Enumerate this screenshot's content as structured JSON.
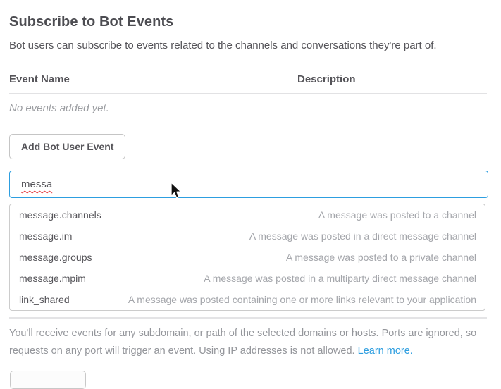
{
  "page": {
    "title": "Subscribe to Bot Events",
    "intro": "Bot users can subscribe to events related to the channels and conversations they're part of."
  },
  "events_table": {
    "columns": [
      "Event Name",
      "Description"
    ],
    "empty_message": "No events added yet."
  },
  "actions": {
    "add_button_label": "Add Bot User Event"
  },
  "search": {
    "value": "messa"
  },
  "suggestions": [
    {
      "name": "message.channels",
      "description": "A message was posted to a channel"
    },
    {
      "name": "message.im",
      "description": "A message was posted in a direct message channel"
    },
    {
      "name": "message.groups",
      "description": "A message was posted to a private channel"
    },
    {
      "name": "message.mpim",
      "description": "A message was posted in a multiparty direct message channel"
    },
    {
      "name": "link_shared",
      "description": "A message was posted containing one or more links relevant to your application"
    }
  ],
  "footer_note": {
    "line1": "You'll receive events for any subdomain, or path of the selected domains or hosts. Ports are ignored, so",
    "line2": "requests on any port will trigger an event. Using IP addresses is not allowed.",
    "link_label": "Learn more."
  },
  "colors": {
    "accent_blue": "#2d9ee0",
    "spellcheck_red": "#e4383d",
    "heading_gray": "#4d4d52",
    "muted_gray": "#9b9da1"
  }
}
